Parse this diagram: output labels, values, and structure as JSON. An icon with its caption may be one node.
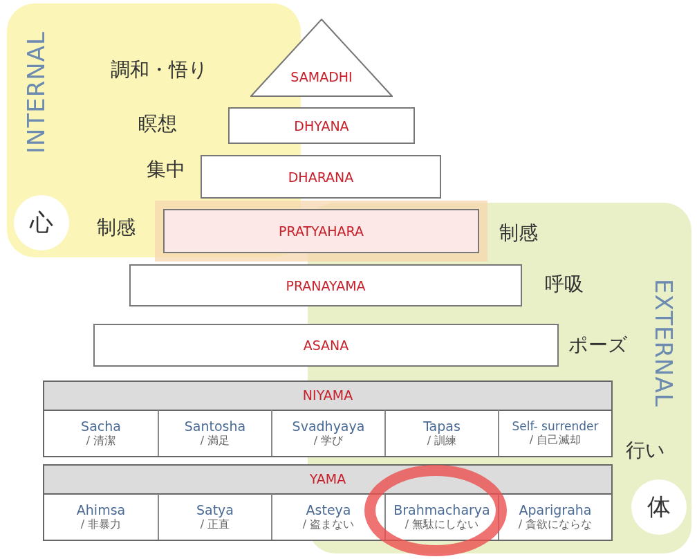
{
  "diagram": {
    "nodes": [
      {
        "text": [
          "SAMADHI"
        ],
        "beside": [
          "調和・悟り"
        ]
      },
      {
        "text": [
          "DHYANA"
        ],
        "beside": [
          "瞑想"
        ]
      },
      {
        "text": [
          "DHARANA"
        ],
        "beside": [
          "集中"
        ]
      },
      {
        "text": [
          "PRATYAHARA"
        ],
        "beside": [
          "制感",
          "制感"
        ]
      },
      {
        "text": [
          "PRANAYAMA"
        ],
        "beside": [
          "呼吸"
        ]
      },
      {
        "text": [
          "ASANA"
        ],
        "beside": [
          "ポーズ"
        ]
      },
      {
        "text": [
          "NIYAMA"
        ],
        "beside": [
          "行い"
        ]
      },
      {
        "text": [
          "Sacha",
          "/ 清潔"
        ],
        "in": 6
      },
      {
        "text": [
          "Santosha",
          "/ 満足"
        ],
        "in": 6
      },
      {
        "text": [
          "Svadhyaya",
          "/ 学び"
        ],
        "in": 6
      },
      {
        "text": [
          "Tapas",
          "/ 訓練"
        ],
        "in": 6
      },
      {
        "text": [
          "Self- surrender",
          "/ 自己滅却"
        ],
        "in": 6
      },
      {
        "text": [
          "YAMA"
        ]
      },
      {
        "text": [
          "Ahimsa",
          "/ 非暴力"
        ],
        "in": 12
      },
      {
        "text": [
          "Satya",
          "/ 正直"
        ],
        "in": 12
      },
      {
        "text": [
          "Asteya",
          "/ 盗まない"
        ],
        "in": 12
      },
      {
        "text": [
          "Brahmacharya",
          "/ 無駄にしない"
        ],
        "in": 12
      },
      {
        "text": [
          "Aparigraha",
          "/ 貪欲にならな"
        ],
        "in": 12
      }
    ],
    "edges": [],
    "labels": [
      "INTERNAL",
      "心",
      "EXTERNAL",
      "体"
    ]
  }
}
